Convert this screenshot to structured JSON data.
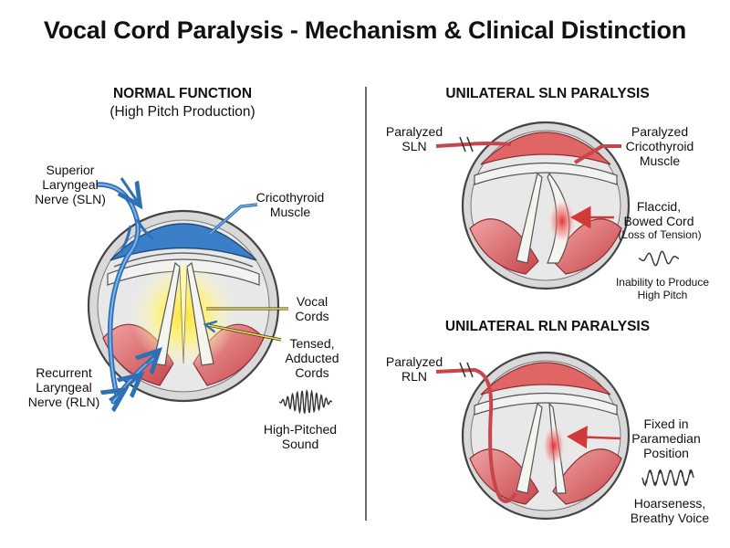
{
  "title": "Vocal Cord Paralysis - Mechanism & Clinical Distinction",
  "normal": {
    "heading": "NORMAL FUNCTION",
    "subheading": "(High Pitch Production)",
    "labels": {
      "sln": [
        "Superior",
        "Laryngeal",
        "Nerve (SLN)"
      ],
      "cricothyroid": [
        "Cricothyroid",
        "Muscle"
      ],
      "vocal_cords": [
        "Vocal",
        "Cords"
      ],
      "tensed": [
        "Tensed,",
        "Adducted",
        "Cords"
      ],
      "rln": [
        "Recurrent",
        "Laryngeal",
        "Nerve (RLN)"
      ],
      "sound": [
        "High-Pitched",
        "Sound"
      ]
    }
  },
  "sln_paralysis": {
    "heading": "UNILATERAL SLN PARALYSIS",
    "labels": {
      "nerve": [
        "Paralyzed",
        "SLN"
      ],
      "muscle": [
        "Paralyzed",
        "Cricothyroid",
        "Muscle"
      ],
      "cord": [
        "Flaccid,",
        "Bowed Cord"
      ],
      "cord_note": "(Loss of Tension)",
      "effect": [
        "Inability to Produce",
        "High Pitch"
      ]
    }
  },
  "rln_paralysis": {
    "heading": "UNILATERAL RLN PARALYSIS",
    "labels": {
      "nerve": [
        "Paralyzed",
        "RLN"
      ],
      "position": [
        "Fixed in",
        "Paramedian",
        "Position"
      ],
      "effect": [
        "Hoarseness,",
        "Breathy Voice"
      ]
    }
  },
  "colors": {
    "nerve_blue": "#3f7fc4",
    "muscle_red": "#d9545a",
    "cricothyroid_blue": "#3b7fc9",
    "highlight_yellow": "#ffe53b",
    "lesion_red": "#e22a2a"
  }
}
